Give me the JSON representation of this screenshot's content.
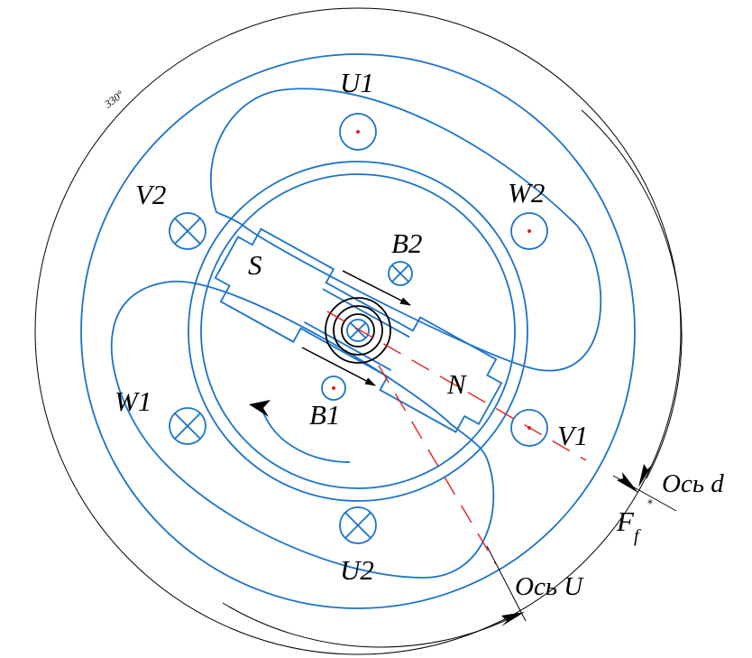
{
  "labels": {
    "angle": "330°",
    "u1": "U1",
    "u2": "U2",
    "v1": "V1",
    "v2": "V2",
    "w1": "W1",
    "w2": "W2",
    "b1": "B1",
    "b2": "B2",
    "south": "S",
    "north": "N",
    "axis_d": "Ось d",
    "axis_u": "Ось U",
    "ff_main": "F",
    "ff_sub": "f"
  },
  "colors": {
    "stator": "#1a73c8",
    "axis_lines": "#e02020",
    "outline": "#000000"
  }
}
